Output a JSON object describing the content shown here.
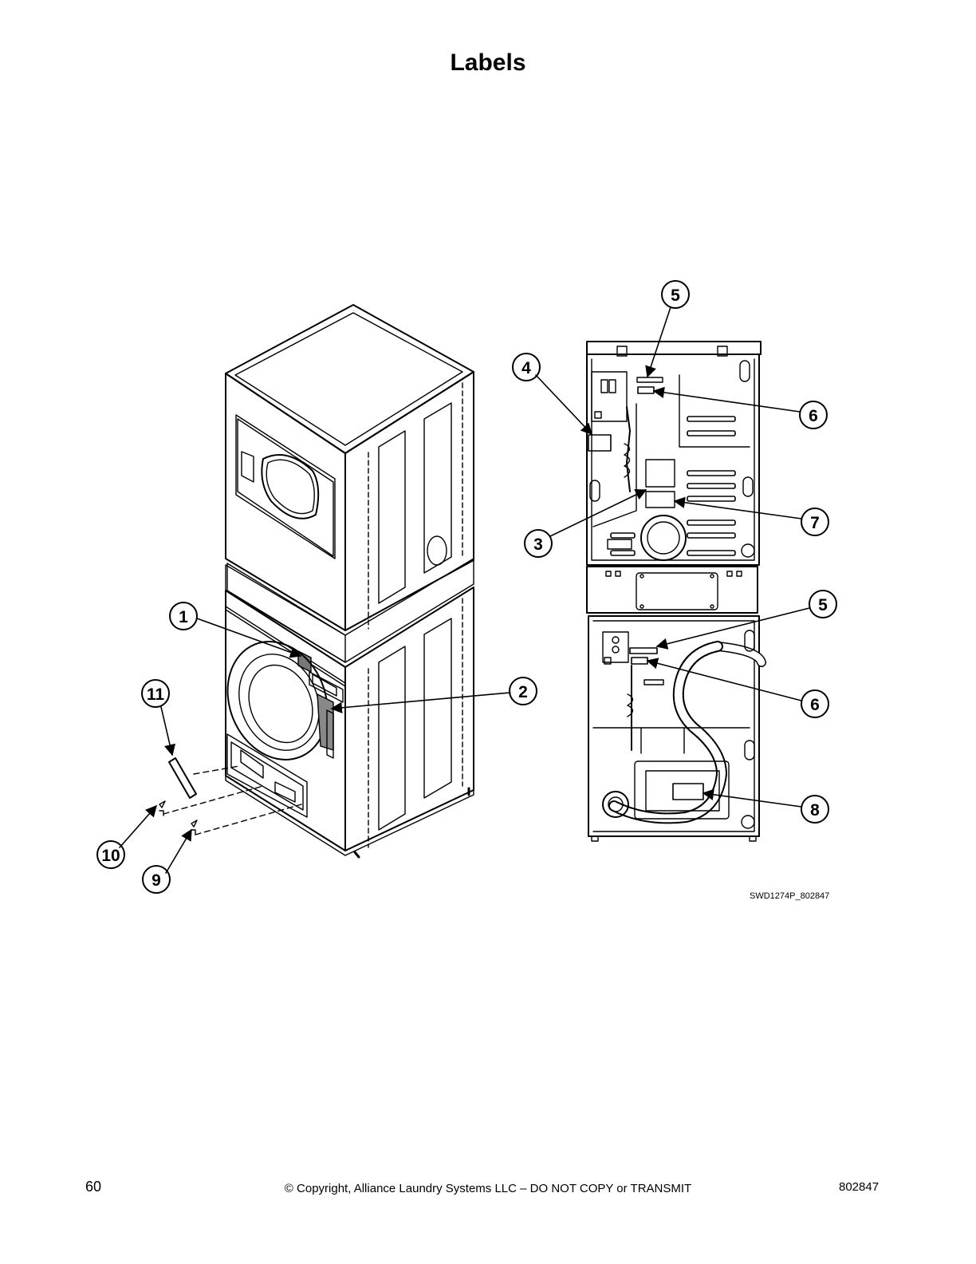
{
  "page": {
    "title": "Labels",
    "figure_id": "SWD1274P_802847",
    "page_number": "60",
    "copyright": "© Copyright, Alliance Laundry Systems LLC – DO NOT COPY or TRANSMIT",
    "document_number": "802847"
  },
  "callouts": {
    "c1": "1",
    "c2": "2",
    "c3": "3",
    "c4": "4",
    "c5a": "5",
    "c5b": "5",
    "c6a": "6",
    "c6b": "6",
    "c7": "7",
    "c8": "8",
    "c9": "9",
    "c10": "10",
    "c11": "11"
  }
}
